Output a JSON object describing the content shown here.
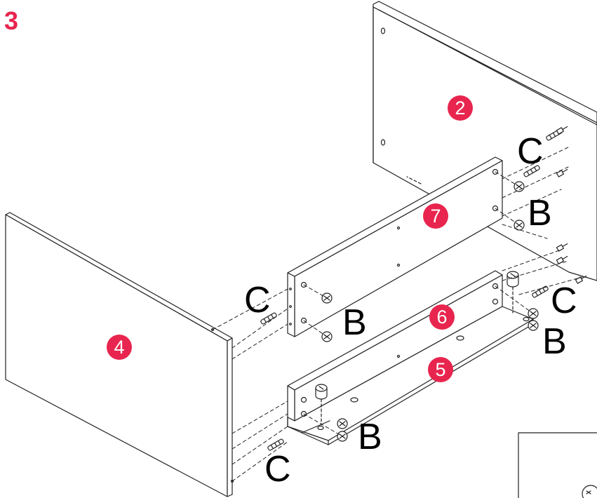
{
  "step": {
    "number": "3"
  },
  "parts": [
    {
      "id": "panel-2",
      "label": "2"
    },
    {
      "id": "panel-7",
      "label": "7"
    },
    {
      "id": "panel-6",
      "label": "6"
    },
    {
      "id": "panel-5",
      "label": "5"
    },
    {
      "id": "panel-4",
      "label": "4"
    }
  ],
  "hardware": [
    "C",
    "B",
    "C",
    "B",
    "C",
    "B",
    "B",
    "C"
  ],
  "colors": {
    "accent": "#e8254e",
    "line": "#222222",
    "panel_fill": "#ffffff",
    "background": "#ffffff"
  }
}
